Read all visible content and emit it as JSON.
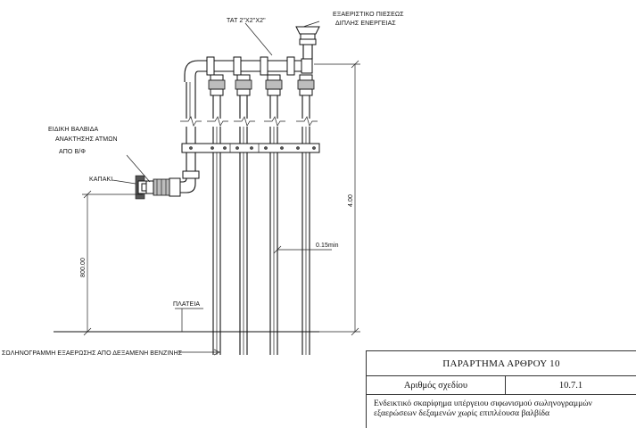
{
  "labels": {
    "tee": "ΤΑΤ 2\"Χ2\"Χ2\"",
    "vent_line1": "ΕΞΑΕΡΙΣΤΙΚΟ ΠΙΕΣΕΩΣ",
    "vent_line2": "ΔΙΠΛΗΣ ΕΝΕΡΓΕΙΑΣ",
    "valve_line1": "ΕΙΔΙΚΗ ΒΑΛΒΙΔΑ",
    "valve_line2": "ΑΝΑΚΤΗΣΗΣ ΑΤΜΩΝ",
    "valve_line3": "ΑΠΟ Β/Φ",
    "cap": "ΚΑΠΑΚΙ",
    "dim_height": "800.00",
    "dim_total": "4.00",
    "clearance": "0.15min",
    "platform": "ΠΛΑΤΕΙΑ",
    "supply_line": "ΣΩΛΗΝΟΓΡΑΜΜΗ ΕΞΑΕΡΩΣΗΣ ΑΠΟ ΔΕΞΑΜΕΝΗ ΒΕΝΖΙΝΗΣ"
  },
  "title_block": {
    "heading": "ΠΑΡΑΡΤΗΜΑ ΑΡΘΡΟΥ 10",
    "drawing_number_label": "Αριθμός σχεδίου",
    "drawing_number_value": "10.7.1",
    "description_line1": "Ενδεικτικό σκαρίφημα υπέργειου σιφωνισμού σωληνογραμμών",
    "description_line2": "εξαερώσεων δεξαμενών χωρίς επιπλέουσα βαλβίδα"
  }
}
